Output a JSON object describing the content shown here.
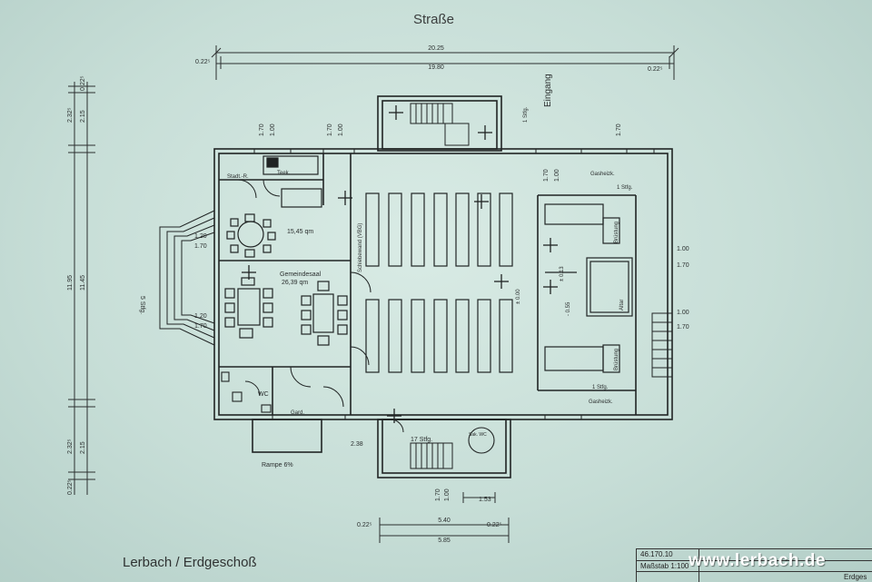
{
  "street_label": "Straße",
  "footer_title": "Lerbach / Erdgeschoß",
  "watermark": "www.lerbach.de",
  "title_block": {
    "number": "46.170.10",
    "scale": "Maßstab 1:100",
    "sheet": "Erdges"
  },
  "dims": {
    "top_total": "20.25",
    "top_inner": "19.80",
    "top_left": "0.22⁵",
    "top_right": "0.22⁵",
    "left_outer": "11.95",
    "left_inner": "11.45",
    "left_a": "2.32⁵",
    "left_b": "2.15",
    "left_c": "0.22⁵",
    "left_d": "0.22⁵",
    "bottom_mid": "5.40",
    "bottom_total": "5.85",
    "bottom_left": "0.22⁵",
    "bottom_right": "0.22⁵",
    "small_a": "1.70",
    "small_b": "1.00",
    "small_c": "1.53",
    "small_d": "2.38"
  },
  "rooms": {
    "gemeindesaal": "Gemeindesaal",
    "gemeindesaal_area": "26,39 qm",
    "small_area": "15,45 qm",
    "teek": "Teek.",
    "stadt": "Stadt.-R.",
    "wc": "WC",
    "garderobe": "Gard.",
    "eingang": "Eingang",
    "stufen_top": "1 Stfg.",
    "stufen_right": "1 Stfg.",
    "stufen_bottom": "17 Stfg.",
    "stufen_left": "5 Stfg.",
    "stufen_top2": "1 Stfg.",
    "rampe": "Rampe 6%",
    "gasheiz_top": "Gasheizk.",
    "gasheiz_bottom": "Gasheizk.",
    "bruestung_top": "Brüstung",
    "bruestung_bottom": "Brüstung",
    "altar": "Altar",
    "trennwand": "Schiebewand (VBG)",
    "nebenraum": "Sak. WC",
    "lev_a": "± 0.13",
    "lev_b": "± 0.00",
    "lev_c": "- 0.55",
    "win_a": "1.00",
    "win_b": "1.70",
    "win_c": "1.00",
    "win_d": "1.70",
    "side_a": "1.20",
    "side_b": "1.70",
    "side_c": "1.20",
    "side_d": "1.70"
  }
}
